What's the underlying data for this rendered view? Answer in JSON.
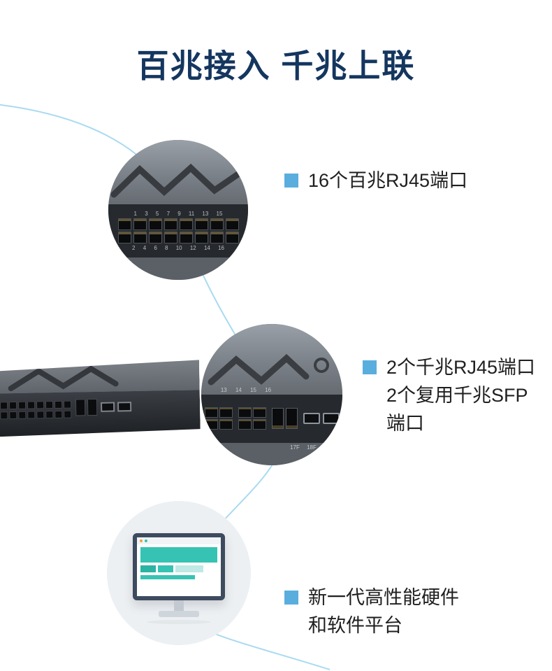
{
  "title": "百兆接入 千兆上联",
  "features": [
    {
      "lines": [
        "16个百兆RJ45端口"
      ]
    },
    {
      "lines": [
        "2个千兆RJ45端口",
        "2个复用千兆SFP",
        "端口"
      ]
    },
    {
      "lines": [
        "新一代高性能硬件",
        "和软件平台"
      ]
    }
  ],
  "fe_closeup": {
    "numbers_top": "1 3 5 7 9 11 13 15",
    "numbers_bottom": "2 4 6 8 10 12 14 16"
  },
  "ge_closeup": {
    "numbers_top": "13 14 15 16",
    "sfp_labels": "17F 18F"
  },
  "colors": {
    "title": "#14365f",
    "accent_bullet": "#5aaede",
    "curve_line": "#a9daf1",
    "body_text": "#1f1f1f",
    "screen_teal": "#36c3b3"
  }
}
